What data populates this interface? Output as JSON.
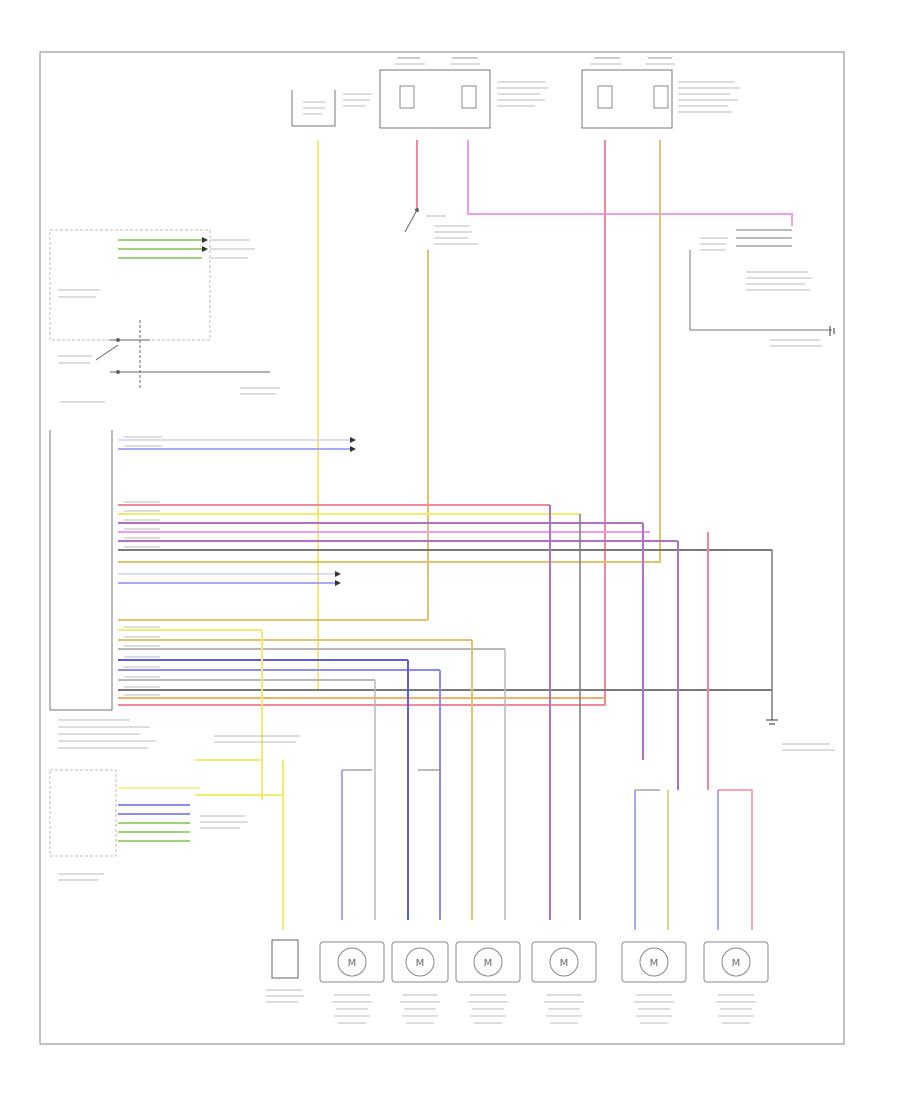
{
  "diagram": {
    "sheet_id": "",
    "wire_colors": {
      "yellow": "#f2ec6e",
      "pink": "#f08a9a",
      "magenta": "#ee9cf0",
      "purple": "#b070c8",
      "tan": "#e3c06a",
      "blue": "#8c8cf0",
      "dark_blue": "#5c5ce0",
      "grey": "#7a7a7a",
      "light_grey": "#b8b8b8",
      "green": "#9cd27a",
      "orange": "#f2b070",
      "line": "#555555"
    },
    "components": [
      "fuse-block-left",
      "fuse-block-right",
      "seat-control-module",
      "panel-switch",
      "seat-control-module-main",
      "passenger-occupant-unit",
      "seat-motor-left-1",
      "seat-motor-left-2",
      "seat-motor-left-3",
      "seat-motor-right-1",
      "seat-motor-right-2",
      "seat-motor-right-3",
      "seat-heater-element"
    ]
  }
}
